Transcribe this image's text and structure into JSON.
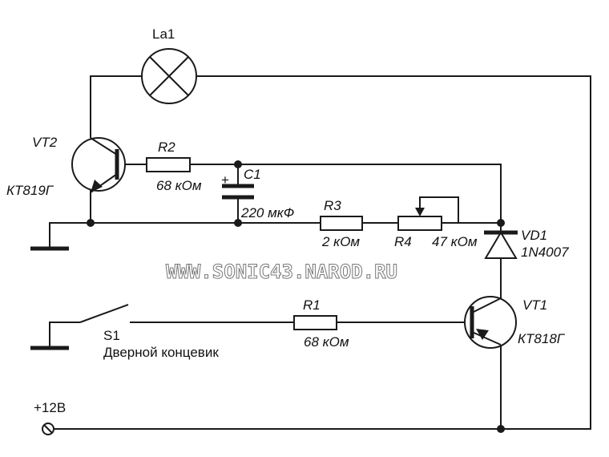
{
  "watermark": "WWW.SONIC43.NAROD.RU",
  "components": {
    "lamp": {
      "ref": "La1"
    },
    "vt2": {
      "ref": "VT2",
      "model": "КТ819Г"
    },
    "r2": {
      "ref": "R2",
      "value": "68 кОм"
    },
    "c1": {
      "ref": "C1",
      "value": "220 мкФ",
      "plus": "+"
    },
    "r3": {
      "ref": "R3",
      "value": "2 кОм"
    },
    "r4": {
      "ref": "R4",
      "value": "47 кОм"
    },
    "vd1": {
      "ref": "VD1",
      "model": "1N4007"
    },
    "vt1": {
      "ref": "VT1",
      "model": "КТ818Г"
    },
    "r1": {
      "ref": "R1",
      "value": "68 кОм"
    },
    "s1": {
      "ref": "S1",
      "description": "Дверной концевик"
    }
  },
  "supply": {
    "label": "+12В"
  },
  "colors": {
    "ink": "#1a1a1a",
    "background": "#ffffff"
  }
}
